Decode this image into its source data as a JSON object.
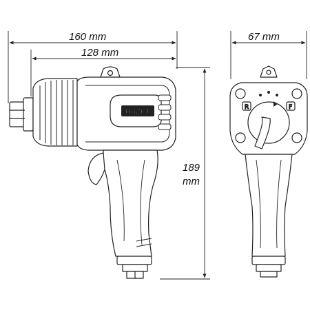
{
  "dimensions": {
    "overall_length": "160 mm",
    "body_length": "128 mm",
    "width": "67 mm",
    "height_value": "189",
    "height_unit": "mm"
  },
  "logo": {
    "brand": "HAZET"
  },
  "switch_labels": {
    "left": "R",
    "right": "F"
  },
  "colors": {
    "line": "#222222",
    "background": "#ffffff"
  }
}
